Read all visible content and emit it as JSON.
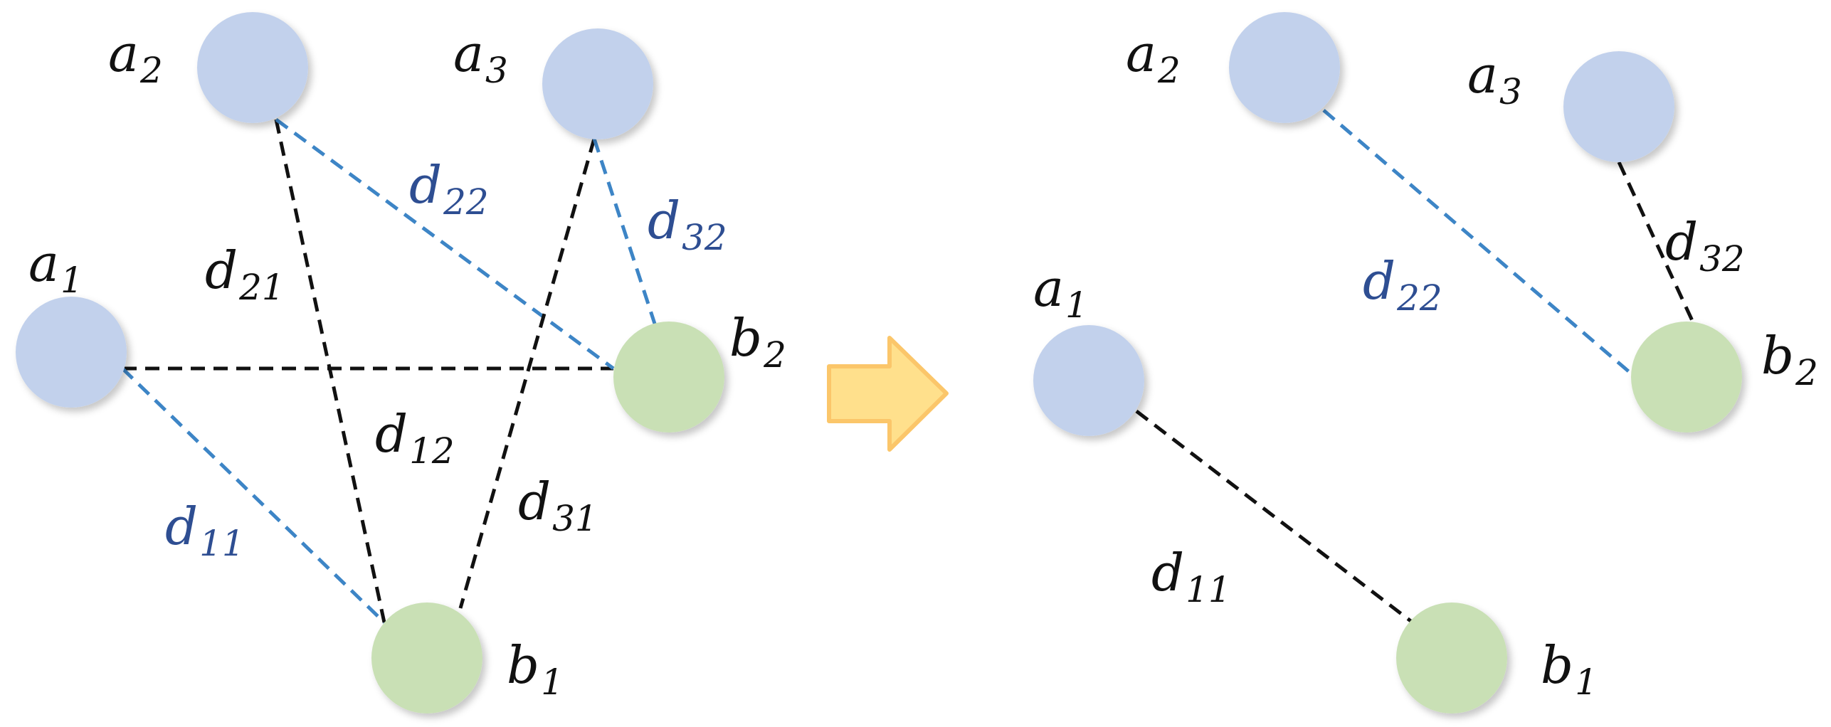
{
  "colors": {
    "node_a": "#c2d1ec",
    "node_b": "#c9e0b5",
    "edge_black": "#111111",
    "edge_blue": "#3d85c6",
    "label_black": "#111111",
    "label_blue": "#2e4e92",
    "arrow_fill": "#ffe08c",
    "arrow_stroke": "#fbc66a"
  },
  "left_panel": {
    "nodes": [
      {
        "id": "a1",
        "kind": "a",
        "base": "a",
        "sub": "1"
      },
      {
        "id": "a2",
        "kind": "a",
        "base": "a",
        "sub": "2"
      },
      {
        "id": "a3",
        "kind": "a",
        "base": "a",
        "sub": "3"
      },
      {
        "id": "b1",
        "kind": "b",
        "base": "b",
        "sub": "1"
      },
      {
        "id": "b2",
        "kind": "b",
        "base": "b",
        "sub": "2"
      }
    ],
    "edges": [
      {
        "from": "a1",
        "to": "b2",
        "style": "black",
        "base": "d",
        "sub": "12"
      },
      {
        "from": "a1",
        "to": "b1",
        "style": "blue",
        "base": "d",
        "sub": "11"
      },
      {
        "from": "a2",
        "to": "b1",
        "style": "black",
        "base": "d",
        "sub": "21"
      },
      {
        "from": "a2",
        "to": "b2",
        "style": "blue",
        "base": "d",
        "sub": "22"
      },
      {
        "from": "a3",
        "to": "b1",
        "style": "black",
        "base": "d",
        "sub": "31"
      },
      {
        "from": "a3",
        "to": "b2",
        "style": "blue",
        "base": "d",
        "sub": "32"
      }
    ]
  },
  "right_panel": {
    "nodes": [
      {
        "id": "a1",
        "kind": "a",
        "base": "a",
        "sub": "1"
      },
      {
        "id": "a2",
        "kind": "a",
        "base": "a",
        "sub": "2"
      },
      {
        "id": "a3",
        "kind": "a",
        "base": "a",
        "sub": "3"
      },
      {
        "id": "b1",
        "kind": "b",
        "base": "b",
        "sub": "1"
      },
      {
        "id": "b2",
        "kind": "b",
        "base": "b",
        "sub": "2"
      }
    ],
    "edges": [
      {
        "from": "a1",
        "to": "b1",
        "style": "black",
        "base": "d",
        "sub": "11"
      },
      {
        "from": "a2",
        "to": "b2",
        "style": "blue",
        "base": "d",
        "sub": "22"
      },
      {
        "from": "a3",
        "to": "b2",
        "style": "black",
        "base": "d",
        "sub": "32"
      }
    ]
  }
}
